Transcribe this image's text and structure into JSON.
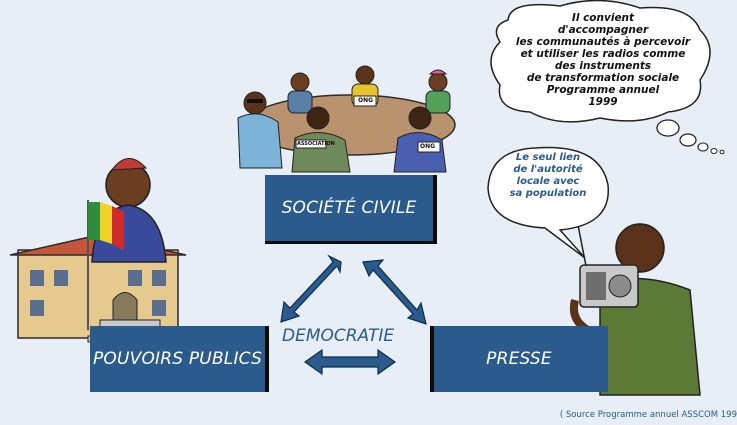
{
  "nodes": {
    "societe_civile": "SOCIÉTÉ CIVILE",
    "pouvoirs_publics": "POUVOIRS PUBLICS",
    "presse": "PRESSE",
    "center": "DEMOCRATIE"
  },
  "thought_bubble": {
    "lines": [
      "Il convient",
      "d'accompagner",
      "les communautés à percevoir",
      "et utiliser les radios comme",
      "des instruments",
      "de transformation sociale",
      "Programme annuel",
      "1999"
    ]
  },
  "speech_bubble": {
    "lines": [
      "Le seul lien",
      "de l'autorité",
      "locale avec",
      "sa population"
    ]
  },
  "illustration_labels": {
    "ong": "ONG",
    "association": "ASSOCIATION"
  },
  "source": "( Source  Programme annuel ASSCOM 199",
  "colors": {
    "box_blue": "#2a5b8c",
    "background": "#e8eef6",
    "arrow_blue": "#2a5b8c"
  },
  "icons": [
    "double-arrow-icon"
  ]
}
